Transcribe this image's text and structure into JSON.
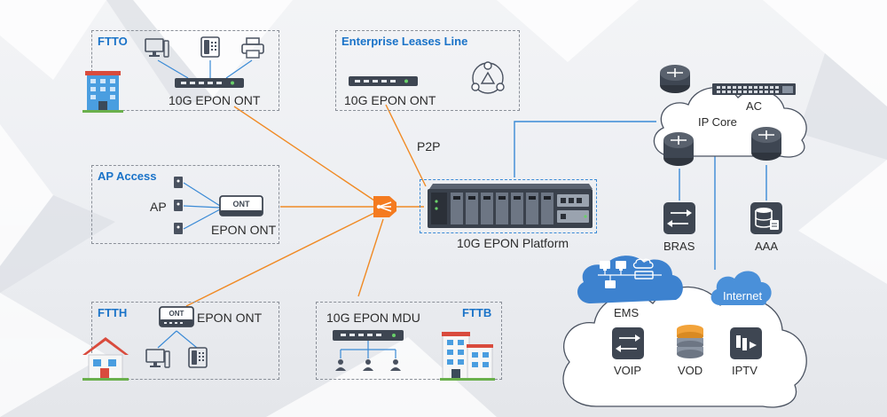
{
  "groups": {
    "ftto": {
      "title": "FTTO",
      "device": "10G EPON ONT"
    },
    "enterprise": {
      "title": "Enterprise Leases Line",
      "device": "10G EPON ONT"
    },
    "ap": {
      "title": "AP Access",
      "ap_label": "AP",
      "device": "EPON ONT",
      "ont_text": "ONT"
    },
    "ftth": {
      "title": "FTTH",
      "device": "EPON ONT",
      "ont_text": "ONT"
    },
    "fttb": {
      "title": "FTTB",
      "device": "10G EPON MDU"
    }
  },
  "links": {
    "p2p": "P2P"
  },
  "platform": {
    "label": "10G EPON Platform"
  },
  "core": {
    "ip_core": "IP Core",
    "ac": "AC",
    "bras": "BRAS",
    "aaa": "AAA",
    "ems": "EMS",
    "internet": "Internet",
    "voip": "VOIP",
    "vod": "VOD",
    "iptv": "IPTV"
  },
  "colors": {
    "accent_blue": "#1a73c8",
    "link_orange": "#f08a24",
    "link_blue": "#3a8ad6",
    "splitter": "#f47b20",
    "ems_cloud": "#3d82cf",
    "internet_cloud": "#4a90d9"
  }
}
